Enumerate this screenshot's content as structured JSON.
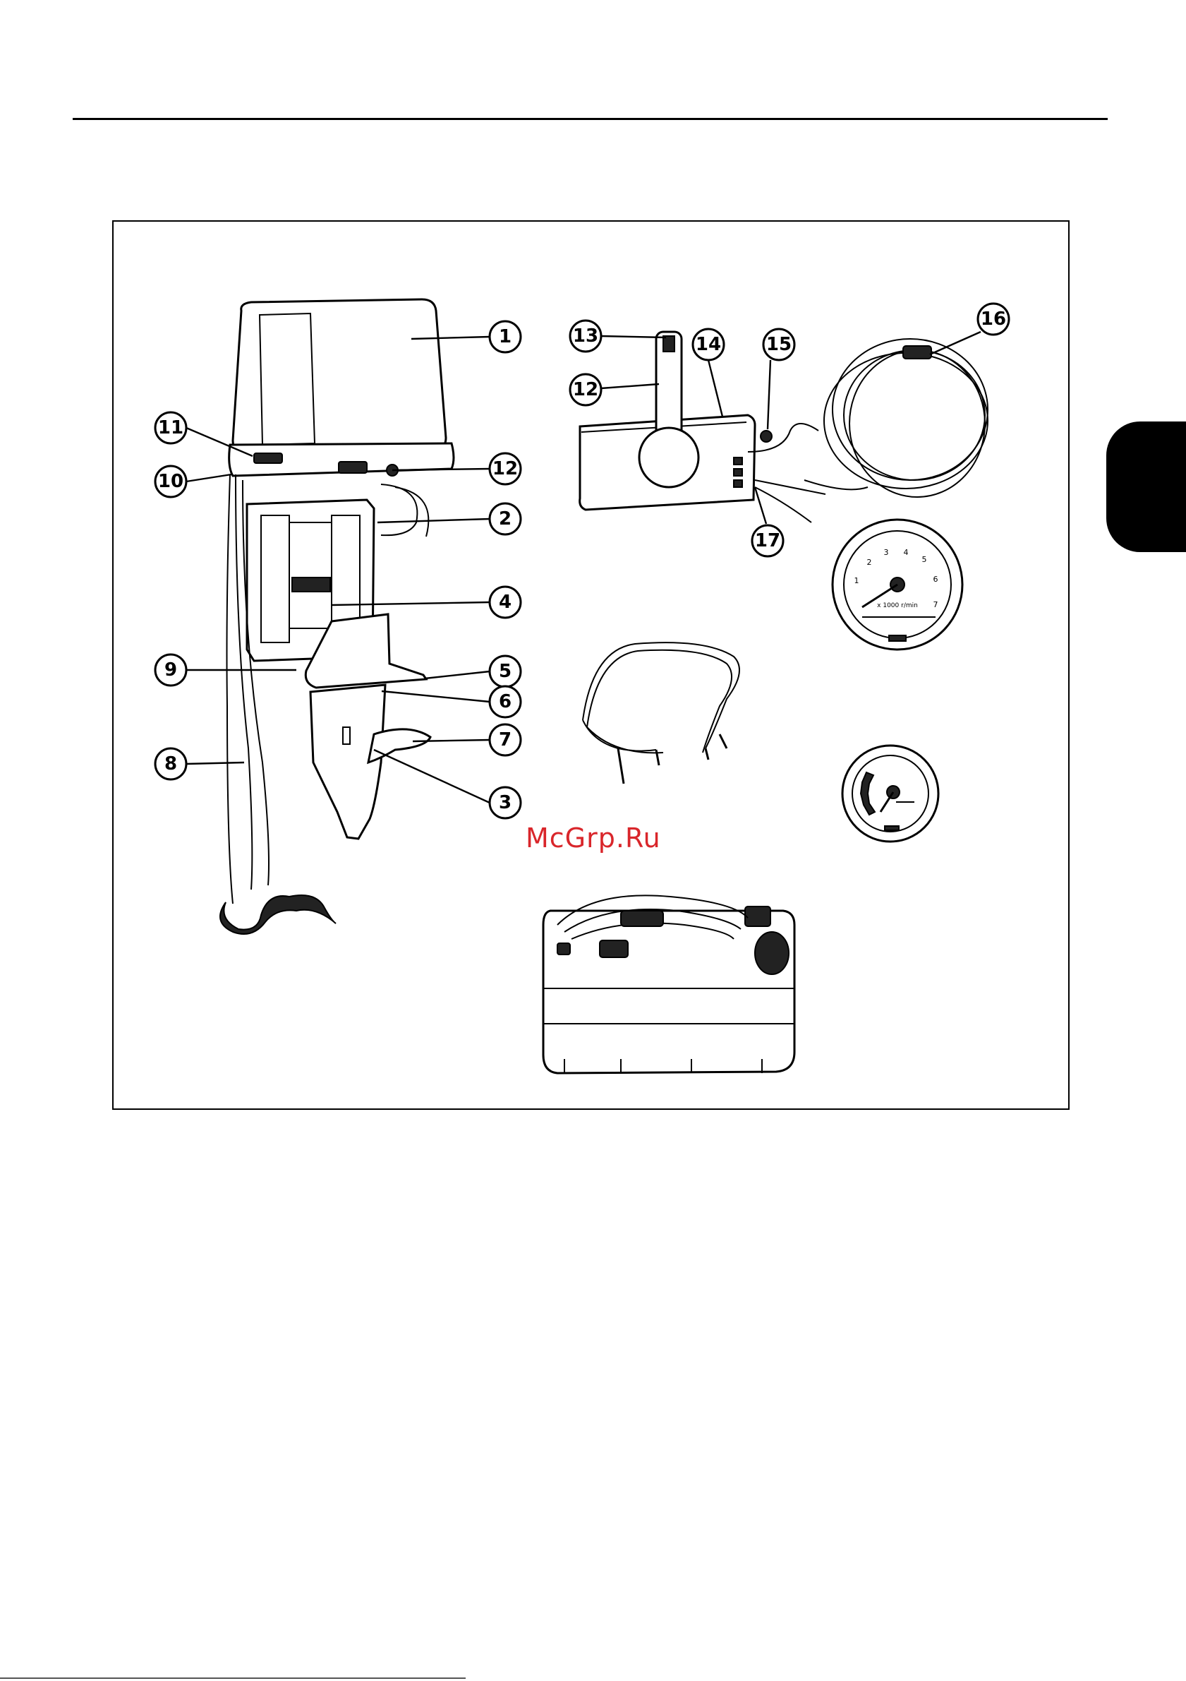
{
  "watermark": "McGrp.Ru",
  "callouts": [
    {
      "id": "callout-1",
      "label": "1"
    },
    {
      "id": "callout-2",
      "label": "2"
    },
    {
      "id": "callout-3",
      "label": "3"
    },
    {
      "id": "callout-4",
      "label": "4"
    },
    {
      "id": "callout-5",
      "label": "5"
    },
    {
      "id": "callout-6",
      "label": "6"
    },
    {
      "id": "callout-7",
      "label": "7"
    },
    {
      "id": "callout-8",
      "label": "8"
    },
    {
      "id": "callout-9",
      "label": "9"
    },
    {
      "id": "callout-10",
      "label": "10"
    },
    {
      "id": "callout-11",
      "label": "11"
    },
    {
      "id": "callout-12a",
      "label": "12"
    },
    {
      "id": "callout-12b",
      "label": "12"
    },
    {
      "id": "callout-13",
      "label": "13"
    },
    {
      "id": "callout-14",
      "label": "14"
    },
    {
      "id": "callout-15",
      "label": "15"
    },
    {
      "id": "callout-16",
      "label": "16"
    },
    {
      "id": "callout-17",
      "label": "17"
    }
  ],
  "tachometer": {
    "scale_labels": [
      "1",
      "2",
      "3",
      "4",
      "5",
      "6",
      "7"
    ],
    "unit_text": "x 1000 r/min"
  },
  "colors": {
    "ink": "#000000",
    "paper": "#ffffff",
    "watermark": "#d9262b"
  }
}
